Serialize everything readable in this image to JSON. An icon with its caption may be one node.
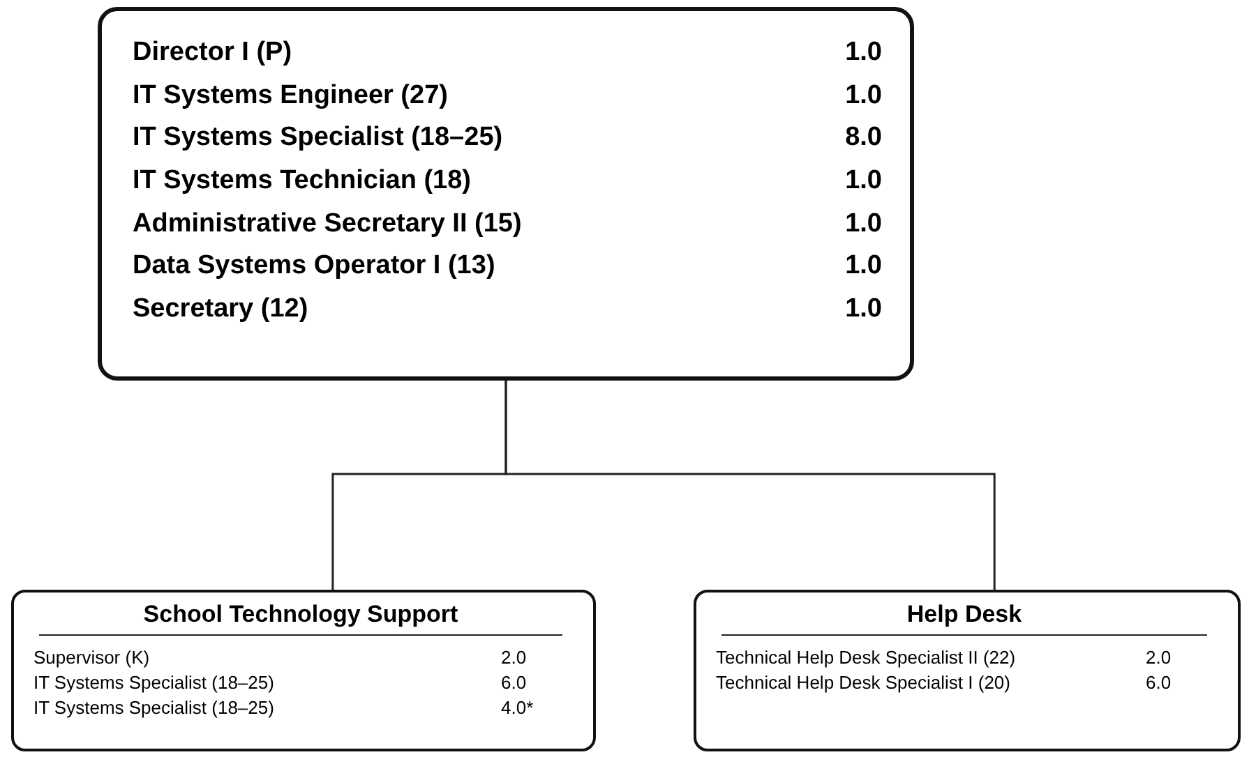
{
  "diagram": {
    "nodes": [
      {
        "text": [
          "Director I (P)",
          "1.0",
          "IT Systems Engineer (27)",
          "1.0",
          "IT Systems Specialist (18–25)",
          "8.0",
          "IT Systems Technician (18)",
          "1.0",
          "Administrative Secretary II (15)",
          "1.0",
          "Data Systems Operator I (13)",
          "1.0",
          "Secretary (12)",
          "1.0"
        ]
      },
      {
        "text": [
          "School Technology Support",
          "Supervisor (K)",
          "2.0",
          "IT Systems Specialist (18–25)",
          "6.0",
          "IT Systems Specialist (18–25)",
          "4.0*"
        ]
      },
      {
        "text": [
          "Help Desk",
          "Technical Help Desk Specialist II (22)",
          "2.0",
          "Technical Help Desk Specialist I (20)",
          "6.0"
        ]
      }
    ],
    "edges": [
      {
        "from": 0,
        "to": 1,
        "arrow": "none"
      },
      {
        "from": 0,
        "to": 2,
        "arrow": "none"
      }
    ]
  }
}
